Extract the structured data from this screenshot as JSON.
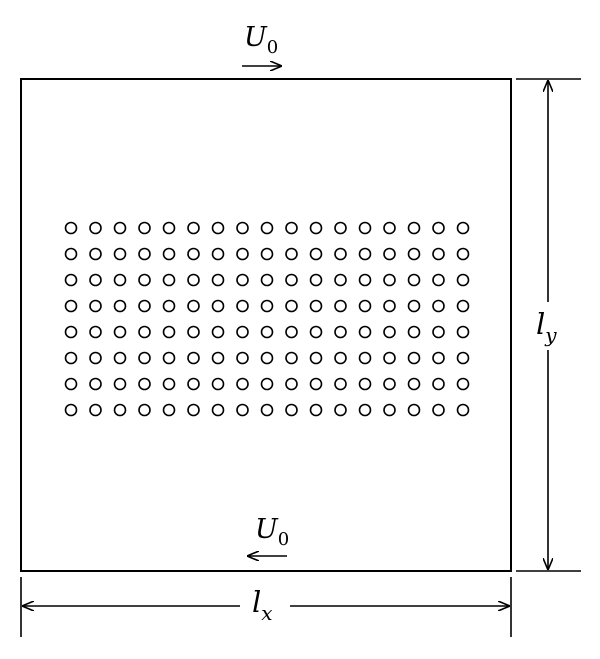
{
  "diagram": {
    "top_velocity": {
      "symbol": "U",
      "subscript": "0",
      "direction": "right"
    },
    "bottom_velocity": {
      "symbol": "U",
      "subscript": "0",
      "direction": "left"
    },
    "width_label": {
      "symbol": "l",
      "subscript": "x"
    },
    "height_label": {
      "symbol": "l",
      "subscript": "y"
    },
    "particle_array": {
      "rows": 8,
      "columns": 17
    },
    "colors": {
      "stroke": "#000000",
      "background": "#ffffff"
    }
  }
}
